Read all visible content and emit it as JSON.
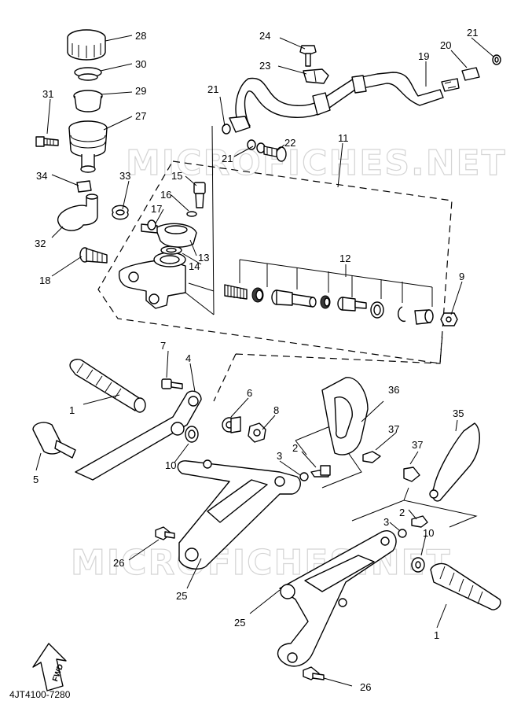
{
  "diagram": {
    "watermarks": [
      "MICROFICHES.NET",
      "MICROFICHES.NET"
    ],
    "part_numbers": [
      "28",
      "30",
      "29",
      "27",
      "31",
      "34",
      "33",
      "15",
      "16",
      "17",
      "13",
      "14",
      "32",
      "18",
      "12",
      "9",
      "24",
      "23",
      "19",
      "20",
      "21",
      "21",
      "21",
      "22",
      "11",
      "7",
      "4",
      "1",
      "6",
      "8",
      "5",
      "10",
      "36",
      "37",
      "35",
      "37",
      "3",
      "2",
      "3",
      "2",
      "10",
      "26",
      "25",
      "25",
      "1",
      "26"
    ],
    "fwd_label": "FWD",
    "drawing_code": "4JT4100-7280"
  }
}
